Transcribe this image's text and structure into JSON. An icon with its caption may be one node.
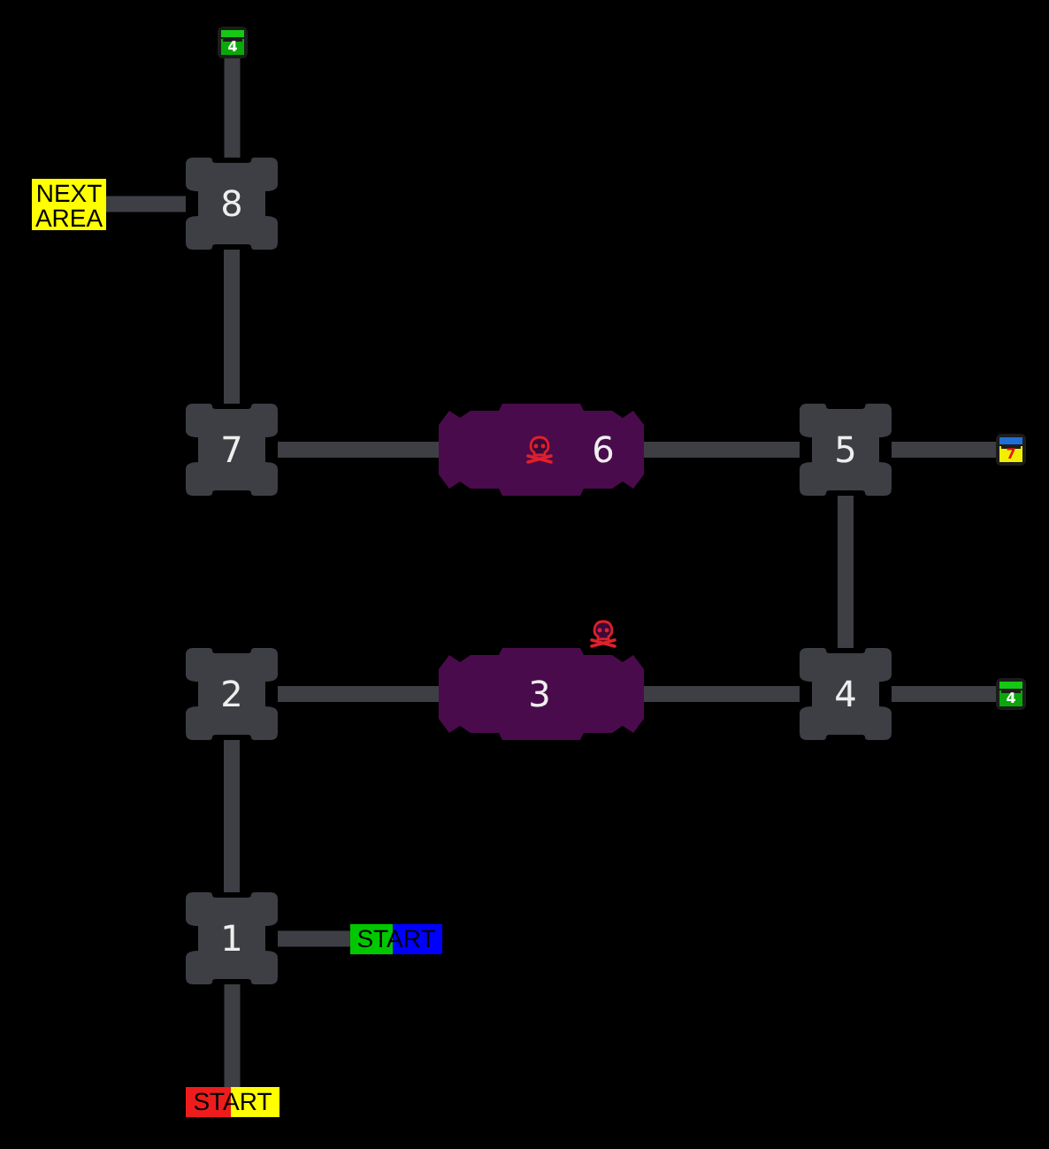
{
  "diagram": {
    "nodes": [
      {
        "text": [
          "4"
        ]
      },
      {
        "text": [
          "NEXT AREA"
        ]
      },
      {
        "text": [
          "8"
        ]
      },
      {
        "text": [
          "7"
        ]
      },
      {
        "text": [
          "6"
        ]
      },
      {
        "text": [
          "5"
        ]
      },
      {
        "text": [
          "7"
        ]
      },
      {
        "text": [
          "2"
        ]
      },
      {
        "text": [
          "3"
        ]
      },
      {
        "text": [
          "4"
        ]
      },
      {
        "text": [
          "4"
        ]
      },
      {
        "text": [
          "1"
        ]
      },
      {
        "text": [
          "START"
        ]
      },
      {
        "text": [
          "START"
        ]
      }
    ],
    "edges": [
      {
        "from": 0,
        "to": 2,
        "arrow": "none"
      },
      {
        "from": 1,
        "to": 2,
        "arrow": "none"
      },
      {
        "from": 2,
        "to": 3,
        "arrow": "none"
      },
      {
        "from": 3,
        "to": 4,
        "arrow": "none"
      },
      {
        "from": 4,
        "to": 5,
        "arrow": "none"
      },
      {
        "from": 5,
        "to": 6,
        "arrow": "none"
      },
      {
        "from": 5,
        "to": 9,
        "arrow": "none"
      },
      {
        "from": 7,
        "to": 8,
        "arrow": "none"
      },
      {
        "from": 8,
        "to": 9,
        "arrow": "none"
      },
      {
        "from": 9,
        "to": 10,
        "arrow": "none"
      },
      {
        "from": 7,
        "to": 11,
        "arrow": "none"
      },
      {
        "from": 11,
        "to": 12,
        "arrow": "none"
      },
      {
        "from": 11,
        "to": 13,
        "arrow": "none"
      }
    ]
  }
}
